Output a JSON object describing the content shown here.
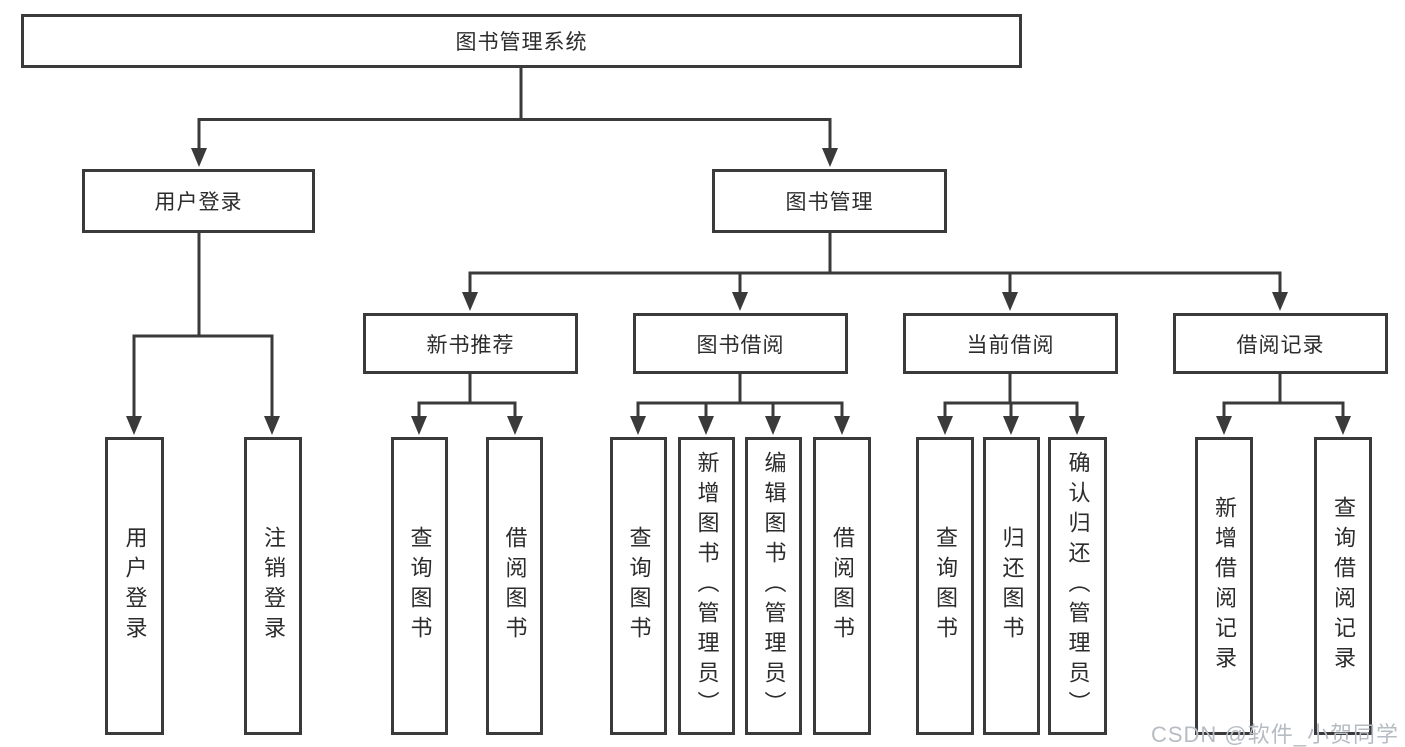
{
  "tree": {
    "root": {
      "label": "图书管理系统"
    },
    "branches": [
      {
        "label": "用户登录",
        "children": [
          {
            "label": "用户登录"
          },
          {
            "label": "注销登录"
          }
        ]
      },
      {
        "label": "图书管理",
        "sections": [
          {
            "label": "新书推荐",
            "children": [
              {
                "label": "查询图书"
              },
              {
                "label": "借阅图书"
              }
            ]
          },
          {
            "label": "图书借阅",
            "children": [
              {
                "label": "查询图书"
              },
              {
                "label": "新增图书（管理员）"
              },
              {
                "label": "编辑图书（管理员）"
              },
              {
                "label": "借阅图书"
              }
            ]
          },
          {
            "label": "当前借阅",
            "children": [
              {
                "label": "查询图书"
              },
              {
                "label": "归还图书"
              },
              {
                "label": "确认归还（管理员）"
              }
            ]
          },
          {
            "label": "借阅记录",
            "children": [
              {
                "label": "新增借阅记录"
              },
              {
                "label": "查询借阅记录"
              }
            ]
          }
        ]
      }
    ]
  },
  "watermark": {
    "text": "CSDN @软件_小贺同学"
  },
  "colors": {
    "line": "#3a3a3a",
    "box_border": "#3a3a3a",
    "text": "#2c2c2c",
    "watermark": "#b6bcc3",
    "background": "#ffffff"
  }
}
